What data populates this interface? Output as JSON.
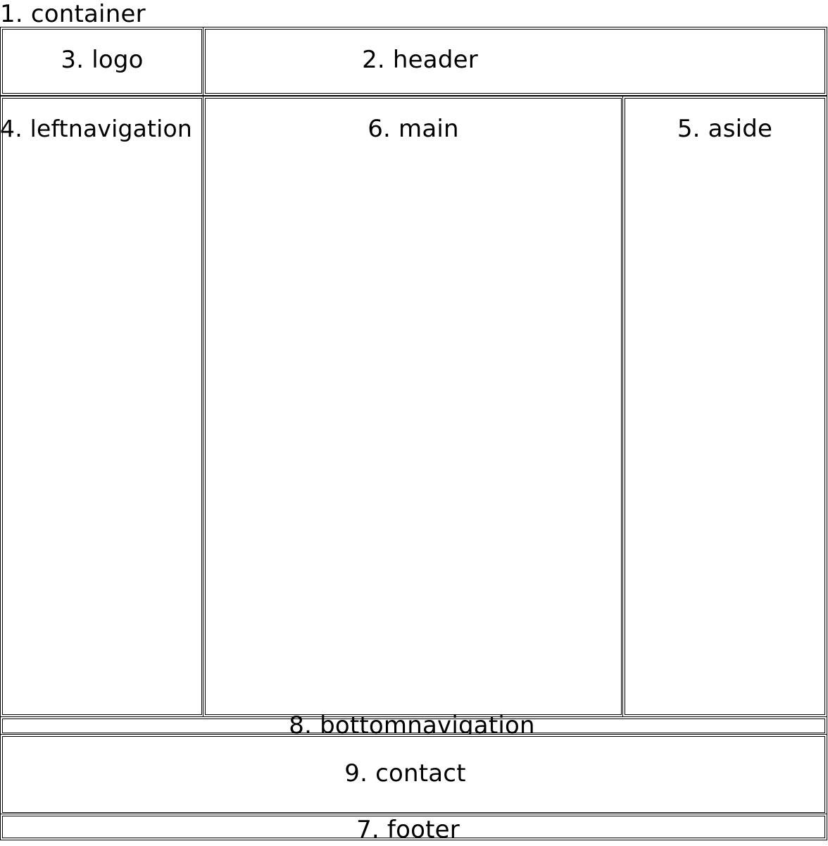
{
  "diagram": {
    "container": {
      "label": "1. container"
    },
    "header": {
      "label": "2. header"
    },
    "logo": {
      "label": "3. logo"
    },
    "leftnavigation": {
      "label": "4. leftnavigation"
    },
    "aside": {
      "label": "5. aside"
    },
    "main": {
      "label": "6. main"
    },
    "footer": {
      "label": "7. footer"
    },
    "bottomnavigation": {
      "label": "8. bottomnavigation"
    },
    "contact": {
      "label": "9. contact"
    }
  }
}
